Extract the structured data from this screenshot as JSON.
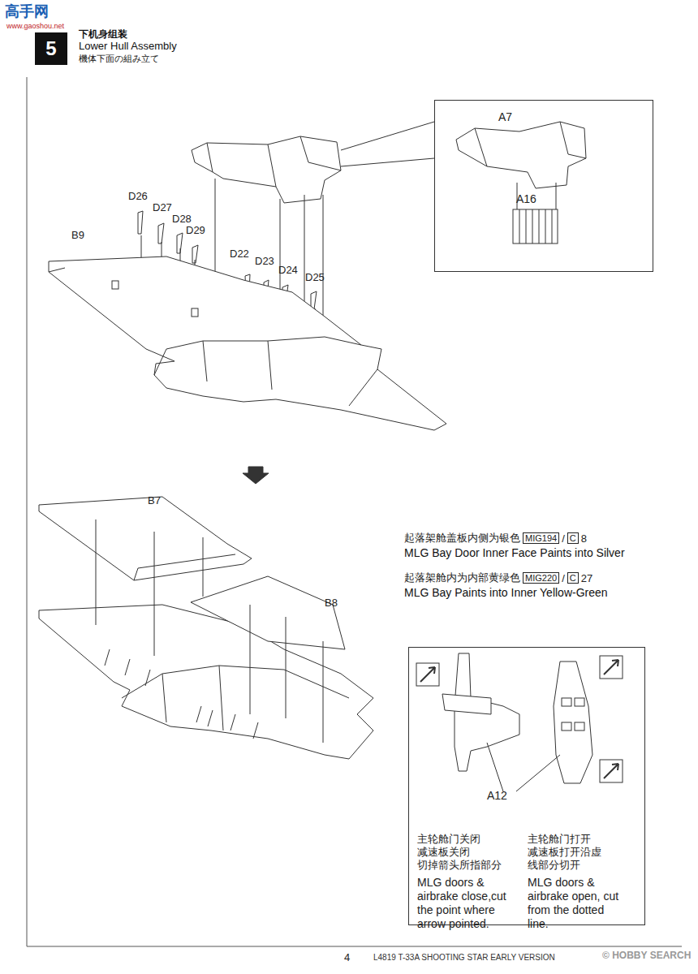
{
  "diagram": {
    "nodes": [
      {
        "text": [
          "5"
        ]
      },
      {
        "text": [
          "A7",
          "A16"
        ]
      },
      {
        "text": [
          "A12",
          "主轮舱门关闭 减速板关闭 切掉箭头所指部分",
          "MLG doors & airbrake close,cut the point where arrow pointed.",
          "主轮舱门打开 减速板打开沿虚 线部分切开",
          "MLG doors & airbrake open, cut from the dotted line."
        ]
      }
    ],
    "labels": [
      "高手网",
      "www.gaoshou.net",
      "下机身组装",
      "Lower Hull Assembly",
      "機体下面の組み立て",
      "D26",
      "D27",
      "D28",
      "D29",
      "B9",
      "D22",
      "D23",
      "D24",
      "D25",
      "B7",
      "B8",
      "起落架舱盖板内侧为银色",
      "MIG194",
      "/",
      "C",
      "8",
      "MLG Bay Door Inner Face Paints into Silver",
      "起落架舱内为内部黄绿色",
      "MIG220",
      "/",
      "C",
      "27",
      "MLG Bay Paints into Inner Yellow-Green",
      "4",
      "L4819 T-33A SHOOTING STAR EARLY VERSION",
      "© HOBBY SEARCH"
    ]
  }
}
